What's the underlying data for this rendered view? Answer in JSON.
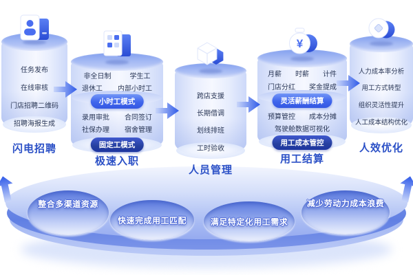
{
  "colors": {
    "background": "#ffffff",
    "accent_blue": "#2f54c8",
    "badge_light_blue": "#3f65ec",
    "badge_dark_blue": "#24409f",
    "platform_blue": "#6583e4",
    "item_text": "#2a3756",
    "platform_label_text": "#ffffff"
  },
  "pillars": [
    {
      "icon": "recruit-card-icon",
      "title": "闪电招聘",
      "items": [
        "任务发布",
        "在线审核",
        "门店招聘二维码",
        "招聘海报生成"
      ]
    },
    {
      "icon": "building-grid-icon",
      "title": "极速入职",
      "sections": [
        {
          "badge": "小时工模式",
          "items": [
            "非全日制",
            "学生工",
            "退休工",
            "内部小时工"
          ]
        },
        {
          "badge": "固定工模式",
          "items": [
            "录用审批",
            "合同签订",
            "社保办理",
            "宿舍管理"
          ]
        }
      ]
    },
    {
      "icon": "cube-icon",
      "title": "人员管理",
      "items": [
        "跨店支援",
        "长期借调",
        "划线排班",
        "工时验收"
      ]
    },
    {
      "icon": "money-bag-icon",
      "title": "用工结算",
      "sections": [
        {
          "badge": "灵活薪酬结算",
          "items": [
            "月薪",
            "时薪",
            "计件",
            "门店分红",
            "奖金提成"
          ]
        },
        {
          "badge": "用工成本管控",
          "items": [
            "预算管控",
            "成本分摊",
            "驾驶舱数据可视化"
          ]
        }
      ]
    },
    {
      "icon": "coin-icon",
      "title": "人效优化",
      "items": [
        "人力成本率分析",
        "用工方式转型",
        "组织灵活性提升",
        "人工成本结构优化"
      ]
    }
  ],
  "platform": {
    "labels": [
      "整合多渠道资源",
      "快速完成用工匹配",
      "满足特定化用工需求",
      "减少劳动力成本浪费"
    ]
  }
}
